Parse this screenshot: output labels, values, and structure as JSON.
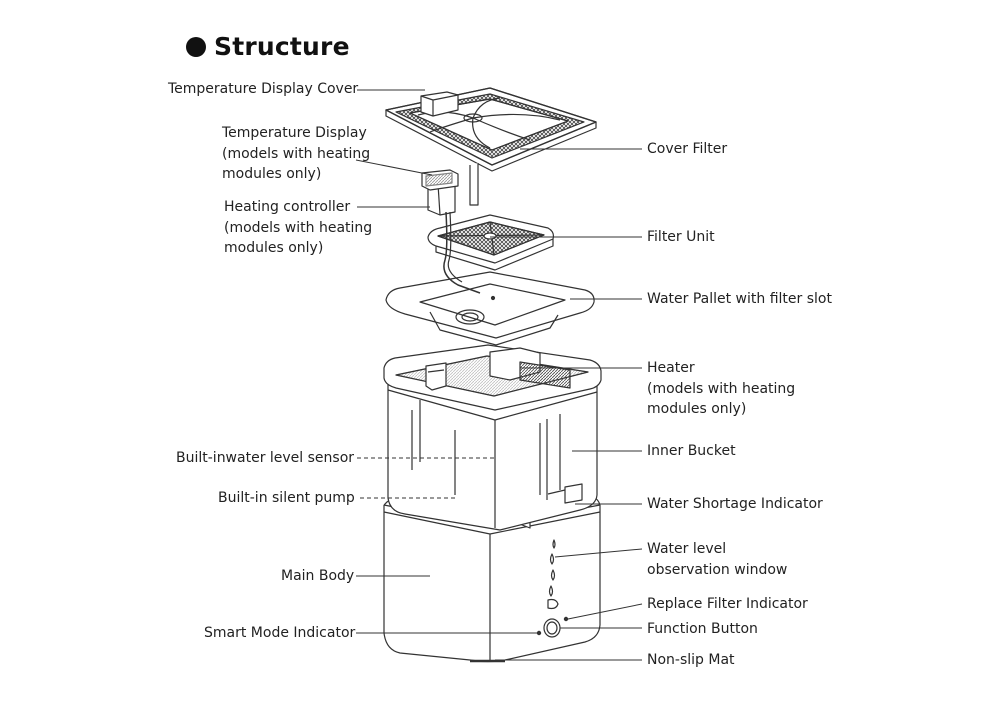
{
  "title": "Structure",
  "labels": {
    "temp_display_cover": "Temperature Display Cover",
    "temp_display": [
      "Temperature Display",
      "(models with heating",
      "modules only)"
    ],
    "heating_controller": [
      "Heating controller",
      "(models with heating",
      "modules only)"
    ],
    "water_level_sensor": "Built-inwater level sensor",
    "silent_pump": "Built-in silent pump",
    "main_body": "Main Body",
    "smart_mode_indicator": "Smart Mode Indicator",
    "cover_filter": "Cover Filter",
    "filter_unit": "Filter Unit",
    "water_pallet": "Water Pallet with filter slot",
    "heater": [
      "Heater",
      "(models with heating",
      "modules only)"
    ],
    "inner_bucket": "Inner Bucket",
    "water_shortage_indicator": "Water Shortage Indicator",
    "water_level_window": [
      "Water level",
      "observation window"
    ],
    "replace_filter_indicator": "Replace Filter Indicator",
    "function_button": "Function Button",
    "non_slip_mat": "Non-slip Mat"
  },
  "colors": {
    "line": "#333333",
    "fill": "#ffffff",
    "hatch": "#555555"
  }
}
